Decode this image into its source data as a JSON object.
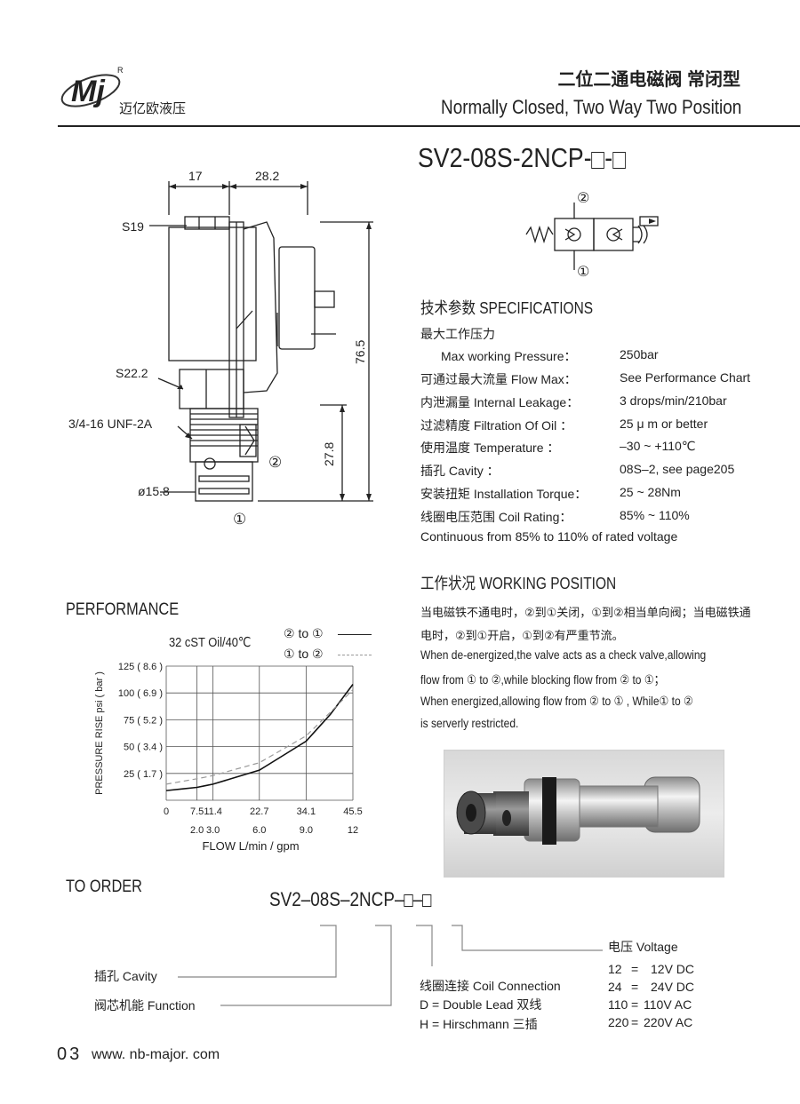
{
  "header": {
    "brand_name": "迈亿欧液压",
    "title_cn": "二位二通电磁阀 常闭型",
    "title_en": "Normally Closed, Two Way Two Position"
  },
  "model": {
    "code": "SV2-08S-2NCP-",
    "sep": "-"
  },
  "drawing": {
    "dim_17": "17",
    "dim_28_2": "28.2",
    "dim_76_5": "76.5",
    "dim_27_8": "27.8",
    "hex_s19": "S19",
    "hex_s22": "S22.2",
    "thread": "3/4-16 UNF-2A",
    "dia": "ø15.8",
    "port1": "①",
    "port2": "②"
  },
  "symbol": {
    "port_top": "②",
    "port_bottom": "①"
  },
  "specs": {
    "heading": "技术参数 SPECIFICATIONS",
    "rows": [
      {
        "label": "最大工作压力",
        "value": ""
      },
      {
        "label": "Max working Pressure：",
        "value": "250bar"
      },
      {
        "label": "可通过最大流量 Flow Max：",
        "value": "See Performance Chart"
      },
      {
        "label": "内泄漏量 Internal Leakage：",
        "value": "3 drops/min/210bar"
      },
      {
        "label": "过滤精度 Filtration Of Oil ：",
        "value": "25 μ m or better"
      },
      {
        "label": "使用温度 Temperature ：",
        "value": "–30 ~ +110℃"
      },
      {
        "label": "插孔 Cavity ：",
        "value": "08S–2, see page205"
      },
      {
        "label": "安装扭矩 Installation Torque：",
        "value": "25 ~ 28Nm"
      },
      {
        "label": "线圈电压范围 Coil Rating：",
        "value": "85% ~ 110%"
      }
    ],
    "note": "Continuous from 85% to 110% of rated voltage"
  },
  "working": {
    "heading": "工作状况 WORKING POSITION",
    "lines": [
      "当电磁铁不通电时，②到①关闭，①到②相当单向阀；当电磁铁通",
      "电时，②到①开启，①到②有严重节流。",
      "When de-energized,the valve acts as a check valve,allowing",
      "flow from ① to ②,while blocking flow from ② to ①；",
      "When energized,allowing flow from ② to ① , While① to ②",
      "is serverly restricted."
    ]
  },
  "performance": {
    "heading": "PERFORMANCE",
    "oil": "32 cST Oil/40℃",
    "legend": [
      "② to ①",
      "① to ②"
    ]
  },
  "chart_data": {
    "type": "line",
    "title": "",
    "xlabel": "FLOW L/min / gpm",
    "ylabel": "PRESSURE RISE psi ( bar )",
    "x_ticks_lpm": [
      "0",
      "7.5",
      "11.4",
      "22.7",
      "34.1",
      "45.5"
    ],
    "x_ticks_gpm": [
      "2.0",
      "3.0",
      "6.0",
      "9.0",
      "12"
    ],
    "y_ticks": [
      "25 ( 1.7 )",
      "50 ( 3.4 )",
      "75 ( 5.2 )",
      "100 ( 6.9 )",
      "125 ( 8.6 )"
    ],
    "xlim": [
      0,
      45.5
    ],
    "ylim": [
      0,
      125
    ],
    "grid": true,
    "legend_position": "top-right",
    "series": [
      {
        "name": "② to ①",
        "style": "solid",
        "x": [
          0,
          7.5,
          11.4,
          22.7,
          34.1,
          40,
          45.5
        ],
        "y": [
          9,
          12,
          15,
          28,
          55,
          80,
          108
        ]
      },
      {
        "name": "① to ②",
        "style": "dashed",
        "x": [
          0,
          7.5,
          11.4,
          22.7,
          34.1,
          40,
          45.5
        ],
        "y": [
          15,
          20,
          23,
          35,
          60,
          82,
          103
        ]
      }
    ]
  },
  "order": {
    "heading": "TO ORDER",
    "code": "SV2–08S–2NCP–",
    "sep": "–",
    "cavity": "插孔 Cavity",
    "function": "阀芯机能  Function",
    "coil_title": "线圈连接  Coil Connection",
    "coil_d": "D = Double Lead   双线",
    "coil_h": "H = Hirschmann    三插",
    "voltage_title": "电压  Voltage",
    "voltages": [
      {
        "code": "12",
        "eq": "=",
        "val": "12V DC"
      },
      {
        "code": "24",
        "eq": "=",
        "val": "24V DC"
      },
      {
        "code": "110",
        "eq": "=",
        "val": "110V AC"
      },
      {
        "code": "220",
        "eq": "=",
        "val": "220V AC"
      }
    ]
  },
  "footer": {
    "page": "03",
    "url": "www. nb-major. com"
  }
}
